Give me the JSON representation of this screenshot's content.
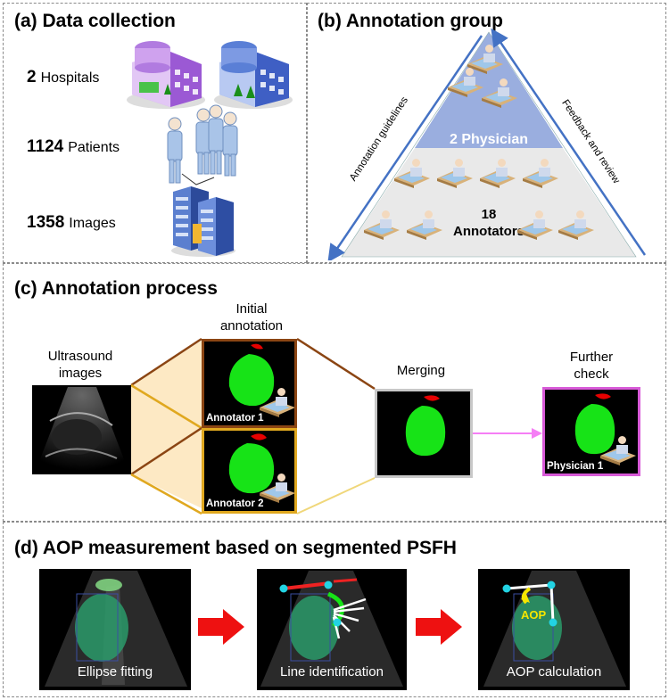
{
  "panel_a": {
    "title": "(a) Data collection",
    "stats": [
      {
        "value": "2",
        "label": "Hospitals"
      },
      {
        "value": "1124",
        "label": "Patients"
      },
      {
        "value": "1358",
        "label": "Images"
      }
    ]
  },
  "panel_b": {
    "title": "(b) Annotation group",
    "left_arrow_label": "Annotation guidelines",
    "right_arrow_label": "Feedback and review",
    "top_label": "2 Physician",
    "bottom_label_line1": "18",
    "bottom_label_line2": "Annotators"
  },
  "panel_c": {
    "title": "(c) Annotation process",
    "ultrasound_label": "Ultrasound images",
    "initial_label": "Initial annotation",
    "annotator1": "Annotator 1",
    "annotator2": "Annotator 2",
    "merging_label": "Merging",
    "further_label": "Further check",
    "physician1": "Physician 1"
  },
  "panel_d": {
    "title": "(d) AOP measurement based on segmented PSFH",
    "step1": "Ellipse fitting",
    "step2": "Line identification",
    "step3": "AOP calculation",
    "aop_label": "AOP"
  },
  "colors": {
    "mask_green": "#17e317",
    "mask_red": "#e60000",
    "triangle_top": "#9aaedf",
    "triangle_bottom": "#e9e9e9",
    "arrow_blue": "#4472c4",
    "annotator1_frame": "#8b4513",
    "annotator2_frame": "#e0a81f",
    "physician_frame": "#d85ad8",
    "merge_arrow": "#f57ef5",
    "red_arrow": "#ee1111"
  }
}
